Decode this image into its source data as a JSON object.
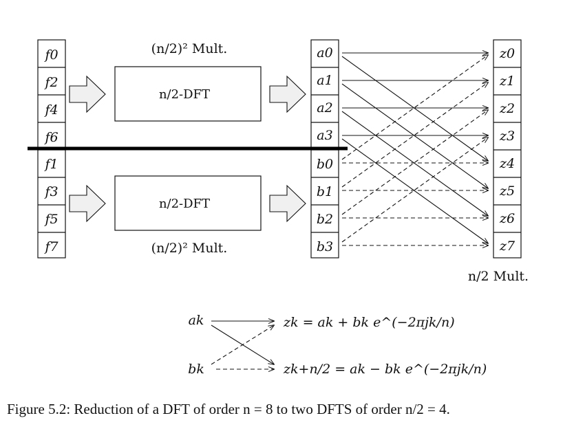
{
  "inputs": {
    "top": [
      "f0",
      "f2",
      "f4",
      "f6"
    ],
    "bottom": [
      "f1",
      "f3",
      "f5",
      "f7"
    ]
  },
  "mids": {
    "a": [
      "a0",
      "a1",
      "a2",
      "a3"
    ],
    "b": [
      "b0",
      "b1",
      "b2",
      "b3"
    ]
  },
  "outputs": [
    "z0",
    "z1",
    "z2",
    "z3",
    "z4",
    "z5",
    "z6",
    "z7"
  ],
  "labels": {
    "dft_top": "n/2-DFT",
    "dft_bottom": "n/2-DFT",
    "mult_top": "(n/2)² Mult.",
    "mult_bottom": "(n/2)² Mult.",
    "mult_right": "n/2 Mult."
  },
  "legend": {
    "ak": "ak",
    "bk": "bk",
    "zk": "zk = ak + bk e^(−2πjk/n)",
    "zkn2": "zk+n/2 = ak − bk e^(−2πjk/n)"
  },
  "caption": "Figure 5.2: Reduction of a DFT of order n = 8 to two DFTS of order n/2 = 4."
}
